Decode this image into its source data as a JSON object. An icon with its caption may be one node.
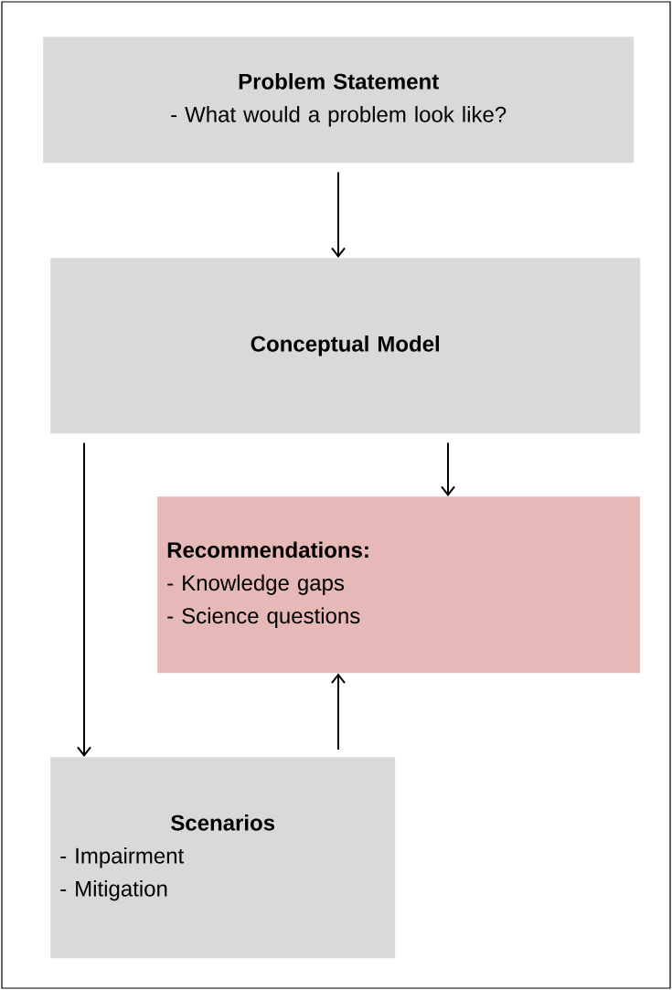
{
  "diagram": {
    "nodes": [
      {
        "text": [
          "Problem Statement",
          "- What would a problem look like?"
        ]
      },
      {
        "text": [
          "Conceptual Model"
        ]
      },
      {
        "text": [
          "Recommendations:",
          "- Knowledge gaps",
          "- Science questions"
        ]
      },
      {
        "text": [
          "Scenarios",
          "- Impairment",
          "- Mitigation"
        ]
      }
    ],
    "edges": [
      {
        "from": 0,
        "to": 1,
        "arrow": "to"
      },
      {
        "from": 1,
        "to": 2,
        "arrow": "to"
      },
      {
        "from": 1,
        "to": 3,
        "arrow": "to"
      },
      {
        "from": 3,
        "to": 2,
        "arrow": "to"
      }
    ]
  }
}
